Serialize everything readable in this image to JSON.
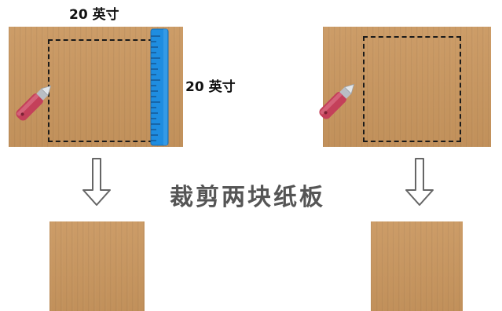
{
  "labels": {
    "top_width": "20 英寸",
    "side_height": "20 英寸",
    "title": "裁剪两块纸板"
  },
  "colors": {
    "cardboard": "#c9965e",
    "ruler": "#1f8de0",
    "knife_handle": "#c4405a",
    "cut_line": "#1a1a1a",
    "title": "#555555"
  },
  "icons": {
    "tool": "utility-knife-icon",
    "measure": "ruler-icon",
    "step": "down-arrow-icon"
  }
}
